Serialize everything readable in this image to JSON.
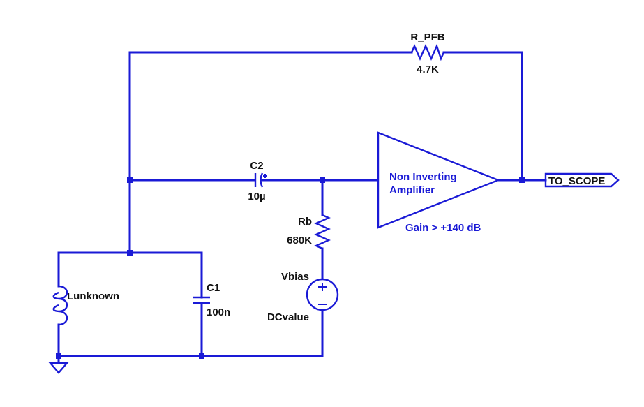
{
  "colors": {
    "wire": "#1a1ad6",
    "text": "#111111",
    "amplifier_text": "#1a1ad6",
    "background": "#ffffff"
  },
  "components": {
    "r_pfb": {
      "name": "R_PFB",
      "value": "4.7K"
    },
    "c2": {
      "name": "C2",
      "value": "10µ"
    },
    "rb": {
      "name": "Rb",
      "value": "680K"
    },
    "vbias": {
      "name": "Vbias",
      "value": "DCvalue"
    },
    "c1": {
      "name": "C1",
      "value": "100n"
    },
    "inductor": {
      "name": "Lunknown"
    }
  },
  "amplifier": {
    "line1": "Non Inverting",
    "line2": "Amplifier",
    "gain": "Gain > +140 dB"
  },
  "output_port": {
    "label": "TO_SCOPE"
  },
  "icons": [
    "resistor-icon",
    "capacitor-icon",
    "polarized-capacitor-icon",
    "inductor-icon",
    "voltage-source-icon",
    "op-amp-icon",
    "ground-icon",
    "output-port-icon"
  ]
}
